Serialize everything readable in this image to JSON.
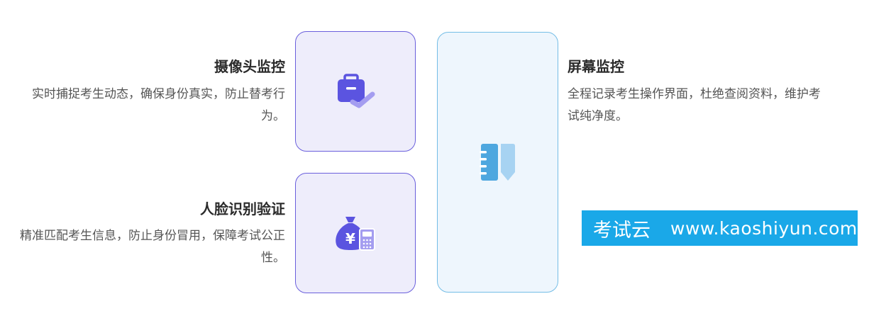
{
  "items": {
    "camera": {
      "title": "摄像头监控",
      "desc": "实时捕捉考生动态，确保身份真实，防止替考行为。",
      "icon": "briefcase-check-icon"
    },
    "face": {
      "title": "人脸识别验证",
      "desc": "精准匹配考生信息，防止身份冒用，保障考试公正性。",
      "icon": "money-bag-calculator-icon"
    },
    "screen": {
      "title": "屏幕监控",
      "desc": "全程记录考生操作界面，杜绝查阅资料，维护考试纯净度。",
      "icon": "notebook-bookmark-icon"
    }
  },
  "watermark": {
    "brand": "考试云",
    "url": "www.kaoshiyun.com"
  },
  "colors": {
    "purple_border": "#6a5fdc",
    "purple_fill": "#eeedfb",
    "blue_border": "#74bde6",
    "blue_fill": "#eef6fd",
    "watermark_bg": "#1aa8e8"
  }
}
